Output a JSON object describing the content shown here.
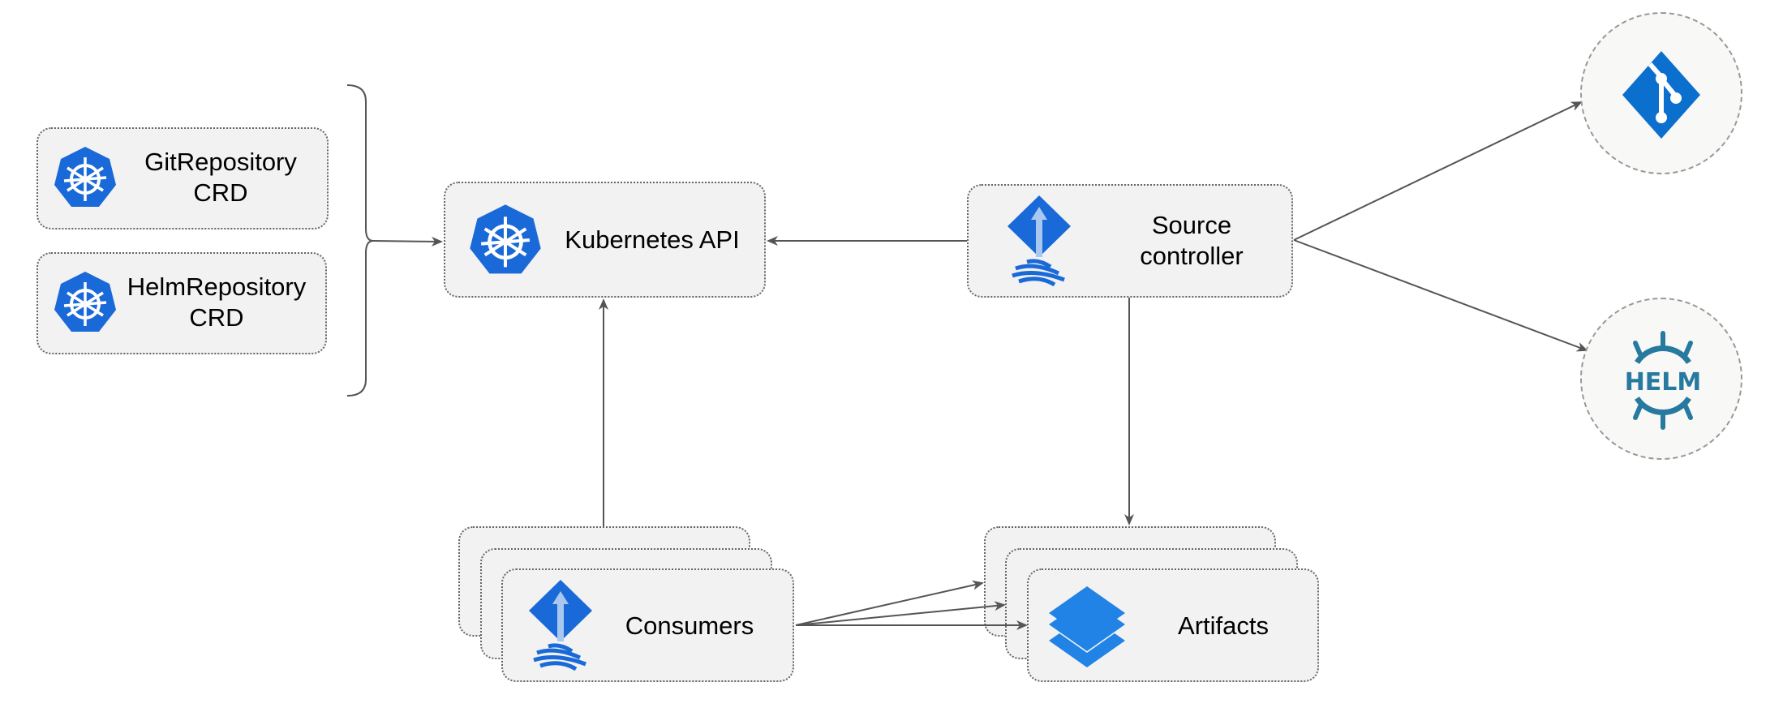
{
  "nodes": {
    "git_repository_crd": {
      "line1": "GitRepository",
      "line2": "CRD",
      "icon": "kubernetes-icon"
    },
    "helm_repository_crd": {
      "line1": "HelmRepository",
      "line2": "CRD",
      "icon": "kubernetes-icon"
    },
    "kubernetes_api": {
      "label": "Kubernetes API",
      "icon": "kubernetes-icon"
    },
    "source_controller": {
      "line1": "Source",
      "line2": "controller",
      "icon": "flux-icon"
    },
    "consumers": {
      "label": "Consumers",
      "icon": "flux-icon"
    },
    "artifacts": {
      "label": "Artifacts",
      "icon": "layers-icon"
    },
    "git": {
      "icon": "git-icon"
    },
    "helm": {
      "icon": "helm-icon",
      "logo_text": "HELM"
    }
  },
  "colors": {
    "kubernetes_blue": "#1a69d8",
    "flux_blue": "#1a69d8",
    "artifacts_blue": "#2283e6",
    "git_blue": "#0b6fce",
    "helm_teal": "#277a9f",
    "box_fill": "#f2f2f2",
    "edge": "#555555"
  },
  "edges": [
    {
      "from": "crds",
      "to": "kubernetes_api"
    },
    {
      "from": "source_controller",
      "to": "kubernetes_api"
    },
    {
      "from": "source_controller",
      "to": "git"
    },
    {
      "from": "source_controller",
      "to": "helm"
    },
    {
      "from": "source_controller",
      "to": "artifacts"
    },
    {
      "from": "consumers",
      "to": "kubernetes_api"
    },
    {
      "from": "consumers",
      "to": "artifacts"
    }
  ]
}
